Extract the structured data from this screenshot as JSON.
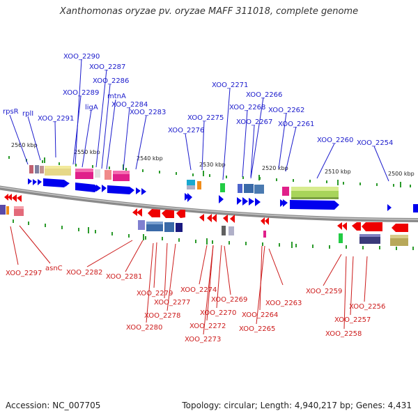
{
  "title": "Xanthomonas oryzae pv. oryzae MAFF 311018, complete genome",
  "footer": {
    "accession": "Accession: NC_007705",
    "topology": "Topology: circular; Length: 4,940,217 bp; Genes: 4,431"
  },
  "colors": {
    "forward_label": "#1a1acc",
    "reverse_label": "#cc1a1a",
    "forward_gene": "#0000ee",
    "reverse_gene": "#ee0000",
    "backbone": "#8a8a8a",
    "tick": "#2a9a2a"
  },
  "scale_labels": [
    "2560 kbp",
    "2550 kbp",
    "2540 kbp",
    "2530 kbp",
    "2520 kbp",
    "2510 kbp",
    "2500 kbp"
  ],
  "top_labels": [
    "XOO_2290",
    "XOO_2287",
    "XOO_2286",
    "XOO_2289",
    "mtnA",
    "ligA",
    "XOO_2284",
    "rpsR",
    "rplI",
    "XOO_2291",
    "XOO_2283",
    "XOO_2271",
    "XOO_2266",
    "XOO_2268",
    "XOO_2262",
    "XOO_2275",
    "XOO_2267",
    "XOO_2261",
    "XOO_2276",
    "XOO_2260",
    "XOO_2254"
  ],
  "bottom_labels": [
    "XOO_2297",
    "asnC",
    "XOO_2282",
    "XOO_2281",
    "XOO_2279",
    "XOO_2277",
    "XOO_2278",
    "XOO_2280",
    "XOO_2274",
    "XOO_2269",
    "XOO_2270",
    "XOO_2272",
    "XOO_2273",
    "XOO_2264",
    "XOO_2265",
    "XOO_2263",
    "XOO_2259",
    "XOO_2256",
    "XOO_2257",
    "XOO_2258"
  ]
}
